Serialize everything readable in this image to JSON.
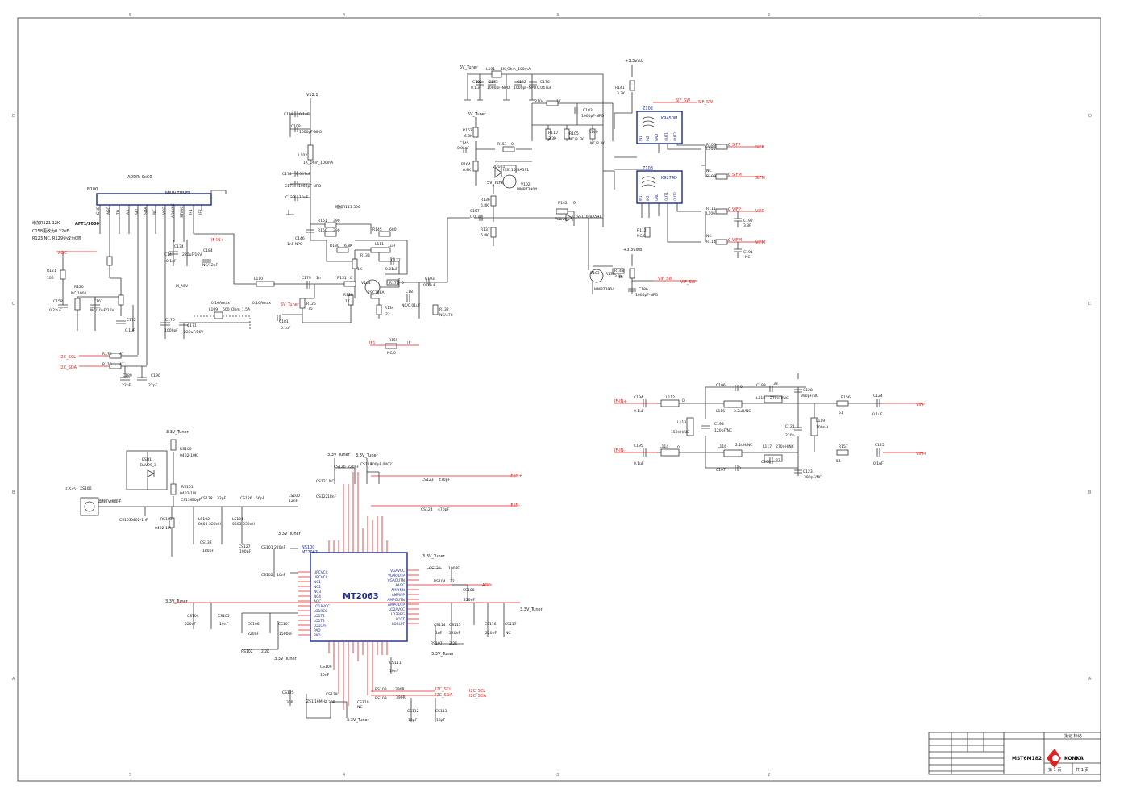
{
  "sheet": {
    "col_markers": [
      "5",
      "4",
      "3",
      "2",
      "1"
    ],
    "row_markers": [
      "D",
      "C",
      "B",
      "A"
    ]
  },
  "main_tuner": {
    "ref": "N100",
    "title": "MAIN TUNER",
    "addr": "ADDR: 0xC0",
    "pins": [
      "GND",
      "AGC",
      "TU",
      "AS",
      "SCL",
      "SDA",
      "NC",
      "VCC",
      "ADC/NC",
      "STWIC",
      "IF1",
      "IF2"
    ],
    "model": "AFT1/3000",
    "notes": [
      "增加R121  12K",
      "C158更改为0.22uF",
      "R123 NC, R129更改为0欧"
    ]
  },
  "if_filter_block": {
    "ics": [
      {
        "ref": "Z102",
        "part": "K9450M",
        "pins": [
          "IN1",
          "IN2",
          "GND",
          "OUT1",
          "OUT2"
        ]
      },
      {
        "ref": "Z103",
        "part": "K9274D",
        "pins": [
          "IN1",
          "IN2",
          "GND",
          "OUT1",
          "OUT2"
        ]
      }
    ],
    "nets": {
      "sif_sw": "SIF_SW",
      "sifp": "SIFP",
      "sifm": "SIFM",
      "vifp": "VIFP",
      "vifm": "VIFM",
      "vif_sw": "VIF_SW"
    },
    "supply": "+3.3Vstb",
    "tuner_5v": "5V_Tuner"
  },
  "mt2063": {
    "ref": "NS100",
    "part": "MT2063",
    "left_pins": [
      "UPCVCC",
      "UPCVCC",
      "NC1",
      "NC2",
      "NC3",
      "NC4",
      "AGC",
      "LO1AVCC",
      "LO1REG",
      "LO1T1",
      "LO1T2",
      "LO1LPF",
      "PAD",
      "PAD"
    ],
    "right_pins": [
      "VGAVCC",
      "VGAOUTP",
      "VGAOUTN",
      "FAGC",
      "AMPINN",
      "AMPINP",
      "AMPOUTN",
      "AMPOUTP",
      "LO2AVCC",
      "LO2REG",
      "LO2T",
      "LO2LPF"
    ],
    "supply": "3.3V_Tuner"
  },
  "bottom_filter": {
    "nets": {
      "in_p": "IF-IN+",
      "in_m": "IF-IN-",
      "out_p": "VIFP",
      "out_m": "VIFM"
    }
  },
  "title_block": {
    "model": "MST6M182",
    "brand": "KONKA",
    "header": "批记  标记",
    "sheet_no": "共 1 页",
    "page_of": "第 1 页"
  }
}
